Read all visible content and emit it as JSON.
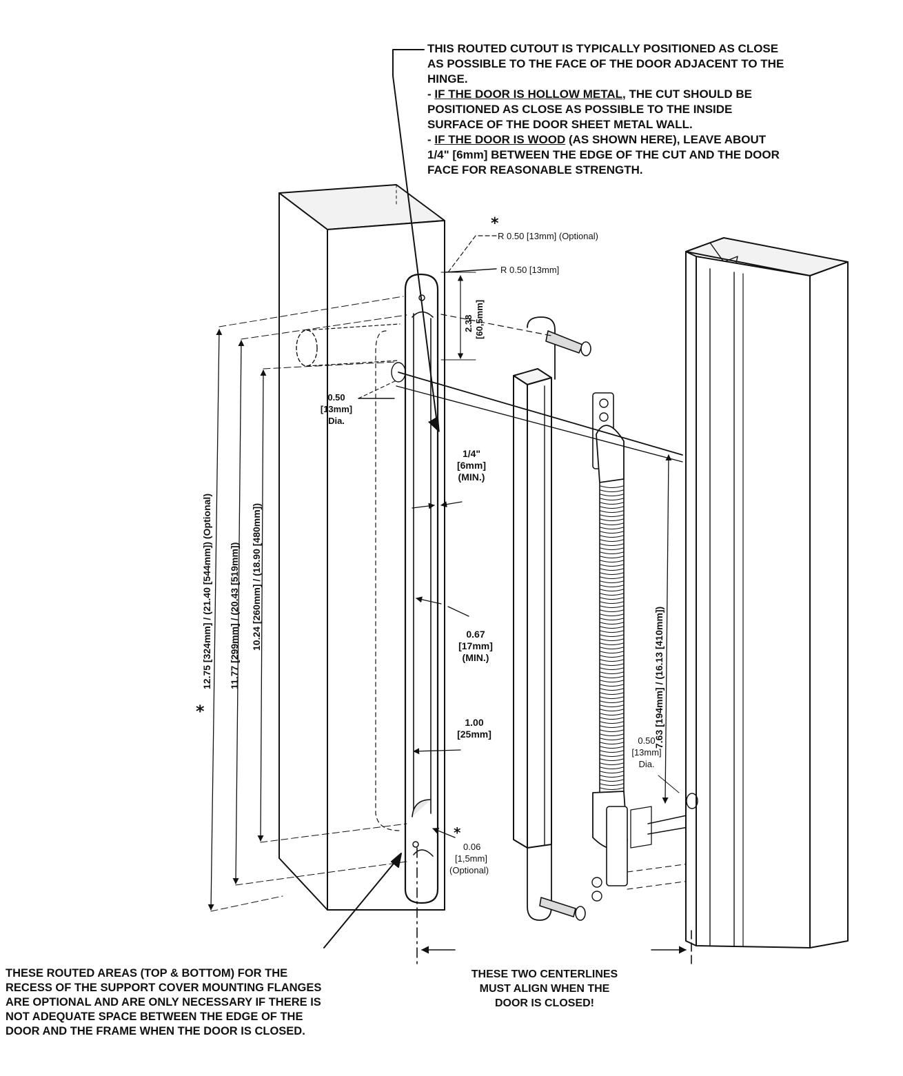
{
  "top_note": {
    "line1": "THIS ROUTED CUTOUT IS TYPICALLY POSITIONED AS CLOSE",
    "line2": "AS POSSIBLE TO THE FACE OF THE DOOR ADJACENT TO THE",
    "line3": "HINGE.",
    "hollow_prefix": "- ",
    "hollow_underlined": "IF THE DOOR IS HOLLOW METAL",
    "hollow_rest": ", THE CUT SHOULD BE",
    "line5": "POSITIONED AS CLOSE AS POSSIBLE TO THE INSIDE",
    "line6": "SURFACE OF THE DOOR SHEET METAL WALL.",
    "wood_prefix": "- ",
    "wood_underlined": "IF THE DOOR IS WOOD",
    "wood_rest": " (AS SHOWN HERE), LEAVE ABOUT",
    "line8": "1/4\" [6mm] BETWEEN THE EDGE OF THE CUT AND THE DOOR",
    "line9": "FACE FOR REASONABLE STRENGTH."
  },
  "dimensions": {
    "optional_star": "*",
    "radius_optional": "R 0.50 [13mm] (Optional)",
    "radius": "R 0.50 [13mm]",
    "depth_in": "2.38",
    "depth_mm": "[60,5mm]",
    "hole_dia": {
      "line1": "0.50",
      "line2": "[13mm]",
      "line3": "Dia."
    },
    "min_quarter": {
      "line1": "1/4\"",
      "line2": "[6mm]",
      "line3": "(MIN.)"
    },
    "min_067": {
      "line1": "0.67",
      "line2": "[17mm]",
      "line3": "(MIN.)"
    },
    "width_100": {
      "line1": "1.00",
      "line2": "[25mm]"
    },
    "frame_hole_dia": {
      "line1": "0.50",
      "line2": "[13mm]",
      "line3": "Dia."
    },
    "recess_006": {
      "star": "*",
      "line1": "0.06",
      "line2": "[1,5mm]",
      "line3": "(Optional)"
    },
    "length_a": "12.75 [324mm] / (21.40 [544mm]) (Optional)",
    "length_a_star": "*",
    "length_b": "11.77 [299mm] / (20.43 [519mm])",
    "length_c": "10.24 [260mm] / (18.90 [480mm])",
    "length_d": "7.63 [194mm] / (16.13 [410mm])"
  },
  "bottom_left_note": [
    "THESE ROUTED AREAS (TOP & BOTTOM) FOR THE",
    "RECESS OF THE SUPPORT COVER MOUNTING FLANGES",
    "ARE OPTIONAL AND ARE ONLY NECESSARY IF THERE IS",
    "NOT ADEQUATE SPACE BETWEEN THE EDGE OF THE",
    "DOOR AND THE FRAME WHEN THE DOOR IS CLOSED."
  ],
  "bottom_center_note": [
    "THESE TWO CENTERLINES",
    "MUST ALIGN WHEN THE",
    "DOOR IS CLOSED!"
  ],
  "colors": {
    "line": "#111111",
    "paper": "#ffffff",
    "shade": "#e8e8e8"
  }
}
